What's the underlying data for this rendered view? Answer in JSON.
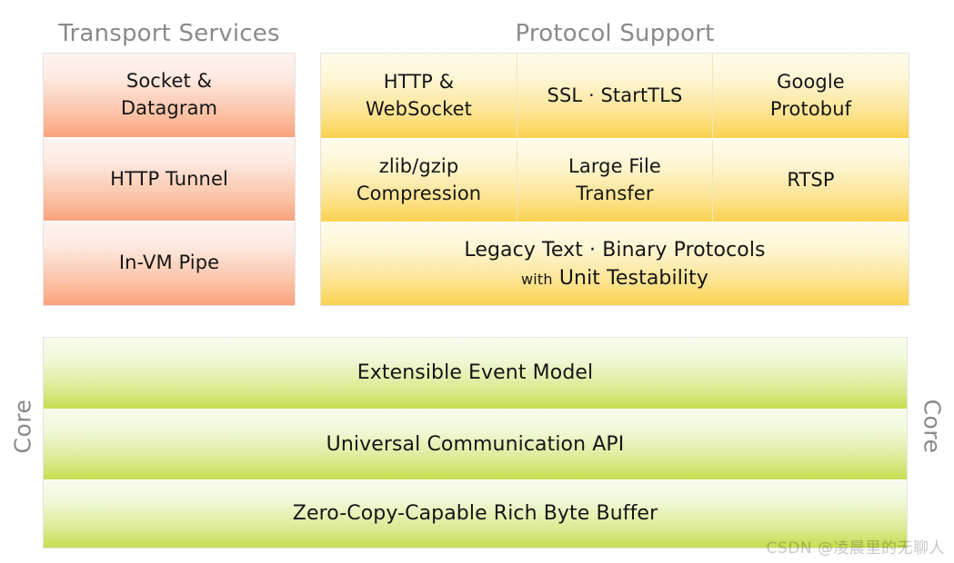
{
  "diagram": {
    "watermark": "CSDN @凌晨里的无聊人",
    "colors": {
      "transport_top": "#fdf4f0",
      "transport_bottom": "#faa27c",
      "protocol_top": "#fdfbec",
      "protocol_bottom": "#fbd24e",
      "core_top": "#f7fbec",
      "core_bottom": "#c5de4f",
      "header_text": "#8a8a8a",
      "cell_text": "#151515"
    },
    "sections": {
      "transport": {
        "title": "Transport Services",
        "cells": [
          {
            "label": "Socket &\nDatagram"
          },
          {
            "label": "HTTP Tunnel"
          },
          {
            "label": "In-VM Pipe"
          }
        ]
      },
      "protocol": {
        "title": "Protocol Support",
        "rows": [
          {
            "cells": [
              {
                "label": "HTTP &\nWebSocket"
              },
              {
                "label": "SSL · StartTLS"
              },
              {
                "label": "Google\nProtobuf"
              }
            ]
          },
          {
            "cells": [
              {
                "label": "zlib/gzip\nCompression"
              },
              {
                "label": "Large File\nTransfer"
              },
              {
                "label": "RTSP"
              }
            ]
          }
        ],
        "legacy": {
          "line1": "Legacy Text · Binary Protocols",
          "with_word": "with",
          "line2_emphasis": "Unit Testability"
        }
      },
      "core": {
        "label_left": "Core",
        "label_right": "Core",
        "cells": [
          {
            "label": "Extensible Event Model"
          },
          {
            "label": "Universal Communication API"
          },
          {
            "label": "Zero-Copy-Capable Rich Byte Buffer"
          }
        ]
      }
    }
  }
}
